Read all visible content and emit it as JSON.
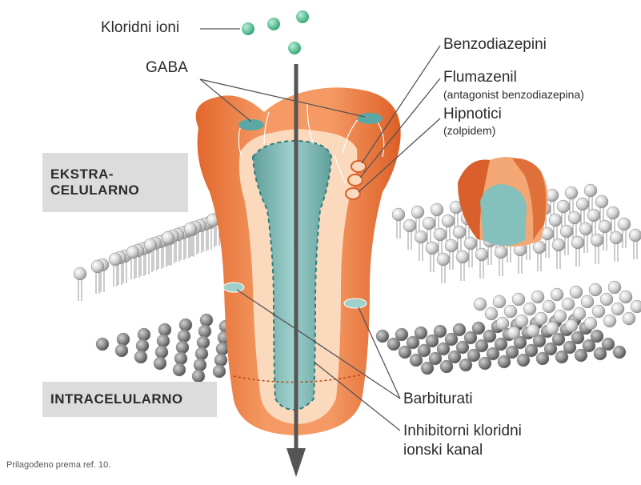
{
  "labels": {
    "chloride_ions": "Kloridni ioni",
    "gaba": "GABA",
    "benzodiazepines": "Benzodiazepini",
    "flumazenil": "Flumazenil",
    "flumazenil_note": "(antagonist benzodiazepina)",
    "hypnotics": "Hipnotici",
    "hypnotics_note": "(zolpidem)",
    "barbiturates": "Barbiturati",
    "channel_line1": "Inhibitorni kloridni",
    "channel_line2": "ionski kanal"
  },
  "regions": {
    "extracellular_line1": "EKSTRA-",
    "extracellular_line2": "CELULARNO",
    "intracellular": "INTRACELULARNO"
  },
  "footnote": "Prilagođeno prema ref. 10.",
  "colors": {
    "receptor_outer": "#ee8a4e",
    "receptor_inner": "#fbd9bd",
    "channel": "#7fb8b4",
    "binding_site": "#5aa7a3",
    "ion": "#5cc49a",
    "membrane_head": "#d9d9d9",
    "arrow": "#555555",
    "region_box": "#dcdcdc"
  }
}
